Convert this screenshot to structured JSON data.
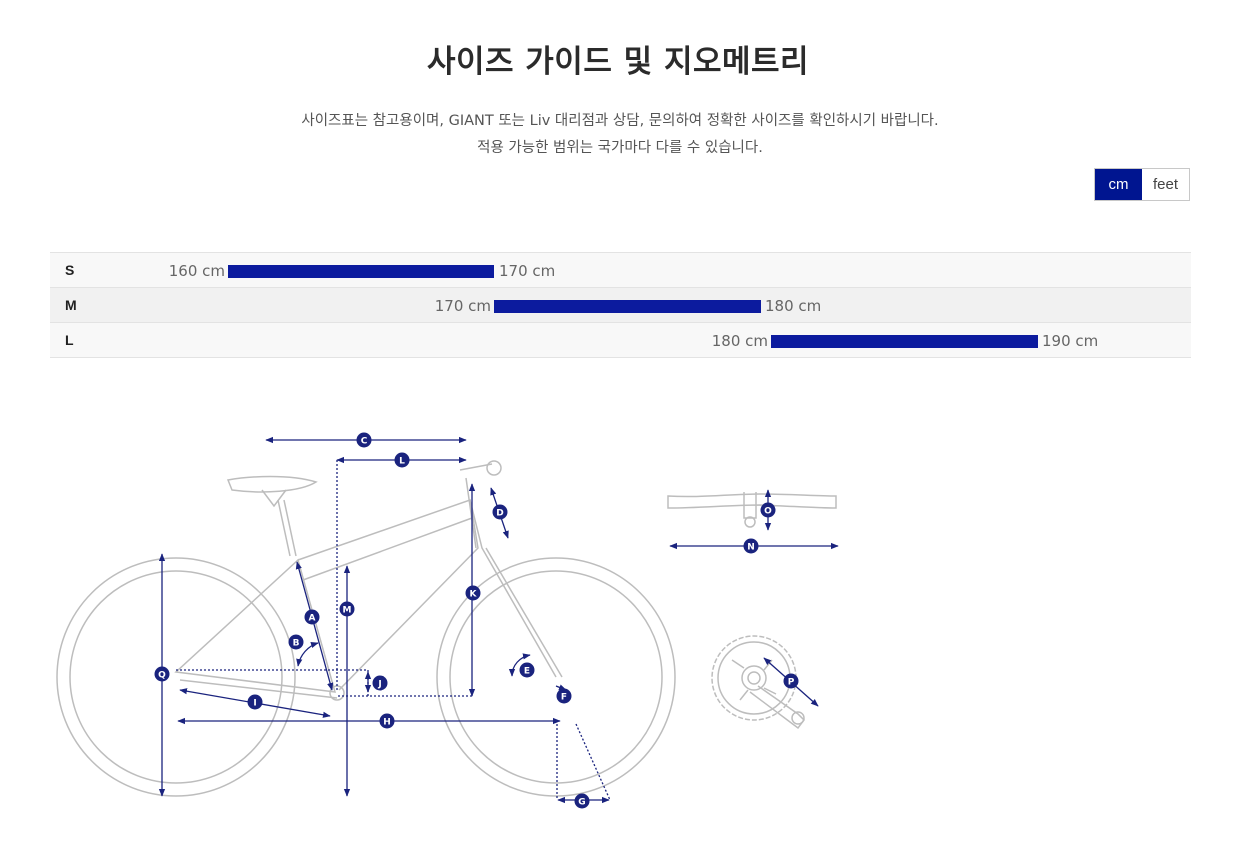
{
  "page": {
    "title": "사이즈 가이드 및 지오메트리",
    "description_line1": "사이즈표는 참고용이며, GIANT 또는 Liv 대리점과 상담, 문의하여 정확한 사이즈를 확인하시기 바랍니다.",
    "description_line2": "적용 가능한 범위는 국가마다 다를 수 있습니다."
  },
  "unit_toggle": {
    "options": [
      "cm",
      "feet"
    ],
    "selected": "cm"
  },
  "size_chart": {
    "rows": [
      {
        "size": "S",
        "min_label": "160 cm",
        "max_label": "170 cm",
        "min": 160,
        "max": 170
      },
      {
        "size": "M",
        "min_label": "170 cm",
        "max_label": "180 cm",
        "min": 170,
        "max": 180
      },
      {
        "size": "L",
        "min_label": "180 cm",
        "max_label": "190 cm",
        "min": 180,
        "max": 190
      }
    ]
  },
  "geometry_labels": [
    "A",
    "B",
    "C",
    "D",
    "E",
    "F",
    "G",
    "H",
    "I",
    "J",
    "K",
    "L",
    "M",
    "N",
    "O",
    "P",
    "Q"
  ],
  "colors": {
    "accent": "#001590",
    "bar": "#0c1b9e",
    "marker": "#1a237e",
    "bike_line": "#bdbdbd"
  }
}
